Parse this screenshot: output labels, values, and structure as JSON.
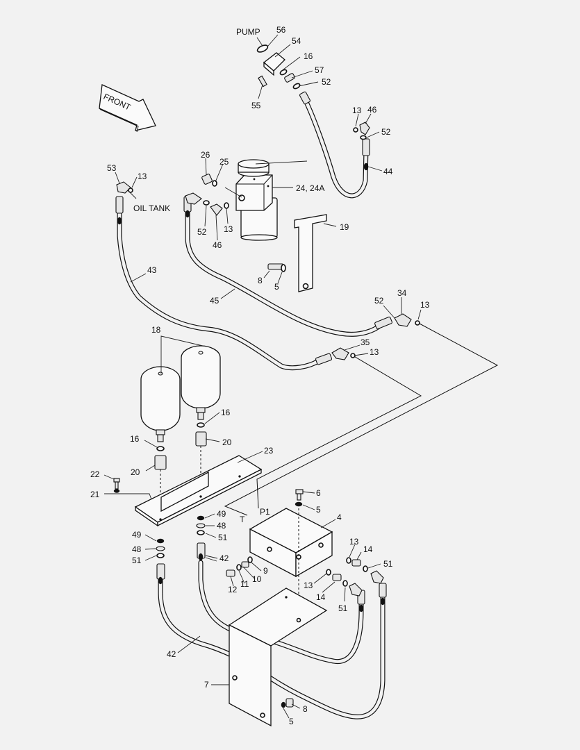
{
  "diagram": {
    "front_label": "FRONT",
    "labels": {
      "pump": "PUMP",
      "oil_tank": "OIL TANK",
      "port_p1": "P1",
      "port_t": "T",
      "n56": "56",
      "n54": "54",
      "n16a": "16",
      "n57": "57",
      "n52a": "52",
      "n55": "55",
      "n13a": "13",
      "n46a": "46",
      "n52b": "52",
      "n44": "44",
      "n26": "26",
      "n25": "25",
      "n24": "24, 24A",
      "n53": "53",
      "n13b": "13",
      "n52c": "52",
      "n13c": "13",
      "n46b": "46",
      "n19": "19",
      "n8a": "8",
      "n5a": "5",
      "n43": "43",
      "n45": "45",
      "n52d": "52",
      "n34": "34",
      "n13d": "13",
      "n35": "35",
      "n13e": "13",
      "n18": "18",
      "n16b": "16",
      "n16c": "16",
      "n20a": "20",
      "n20b": "20",
      "n23": "23",
      "n22": "22",
      "n21": "21",
      "n6": "6",
      "n5b": "5",
      "n4": "4",
      "n49a": "49",
      "n48a": "48",
      "n51a": "51",
      "n49b": "49",
      "n48b": "48",
      "n51b": "51",
      "n42a": "42",
      "n13f": "13",
      "n14a": "14",
      "n51c": "51",
      "n9": "9",
      "n10": "10",
      "n11": "11",
      "n12": "12",
      "n13g": "13",
      "n14b": "14",
      "n51d": "51",
      "n42b": "42",
      "n7": "7",
      "n8b": "8",
      "n5c": "5"
    }
  }
}
